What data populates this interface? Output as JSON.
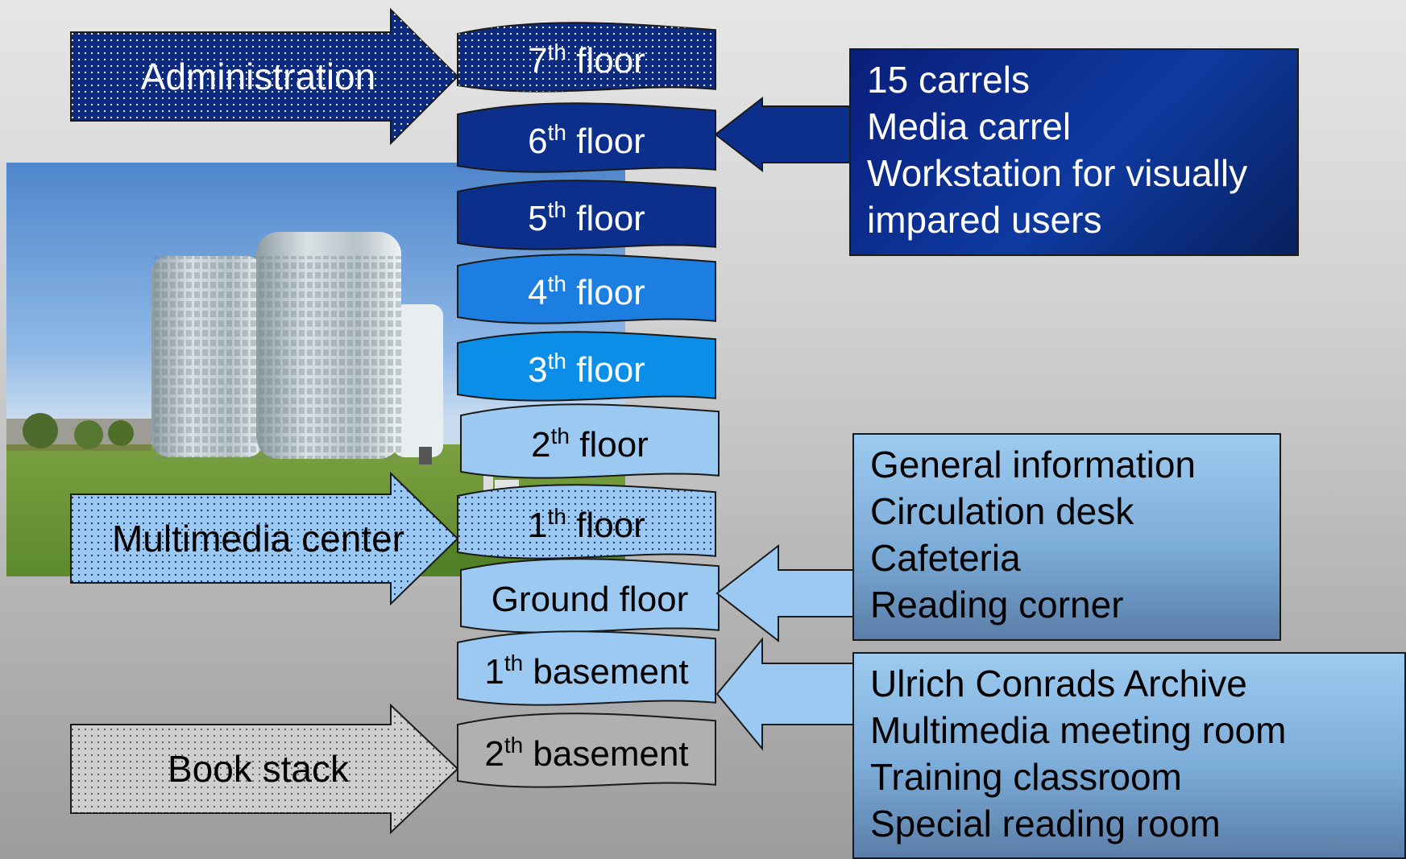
{
  "colors": {
    "dark_navy": "#0b2a80",
    "navy": "#0c2f8c",
    "blue": "#1c7ee0",
    "bright_blue": "#0a8ee8",
    "light_blue": "#9cc9f2",
    "gray": "#b0b0b0",
    "white": "#ffffff",
    "black": "#000000"
  },
  "floors": [
    {
      "id": "7th-floor",
      "num": "7",
      "sup": "th",
      "rest": " floor",
      "style": "dark-dotted"
    },
    {
      "id": "6th-floor",
      "num": "6",
      "sup": "th",
      "rest": " floor",
      "style": "navy"
    },
    {
      "id": "5th-floor",
      "num": "5",
      "sup": "th",
      "rest": " floor",
      "style": "navy"
    },
    {
      "id": "4th-floor",
      "num": "4",
      "sup": "th",
      "rest": " floor",
      "style": "blue"
    },
    {
      "id": "3th-floor",
      "num": "3",
      "sup": "th",
      "rest": " floor",
      "style": "bright"
    },
    {
      "id": "2th-floor",
      "num": "2",
      "sup": "th",
      "rest": " floor",
      "style": "light"
    },
    {
      "id": "1th-floor",
      "num": "1",
      "sup": "th",
      "rest": " floor",
      "style": "light-dotted"
    },
    {
      "id": "ground-floor",
      "num": "Ground floor",
      "sup": "",
      "rest": "",
      "style": "light"
    },
    {
      "id": "1th-basement",
      "num": "1",
      "sup": "th",
      "rest": " basement",
      "style": "light"
    },
    {
      "id": "2th-basement",
      "num": "2",
      "sup": "th",
      "rest": " basement",
      "style": "gray"
    }
  ],
  "left_arrows": [
    {
      "id": "administration",
      "label": "Administration",
      "style": "dark-dotted"
    },
    {
      "id": "multimedia-center",
      "label": "Multimedia center",
      "style": "light-dotted"
    },
    {
      "id": "book-stack",
      "label": "Book stack",
      "style": "gray-dotted"
    }
  ],
  "info_boxes": [
    {
      "id": "sixth-floor-info",
      "lines": [
        "15 carrels",
        "Media carrel",
        "Workstation for visually",
        "impared users"
      ]
    },
    {
      "id": "ground-floor-info",
      "lines": [
        "General information",
        "Circulation desk",
        "Cafeteria",
        "Reading corner"
      ]
    },
    {
      "id": "basement-info",
      "lines": [
        "Ulrich Conrads Archive",
        "Multimedia meeting room",
        "Training classroom",
        "Special reading room"
      ]
    }
  ]
}
